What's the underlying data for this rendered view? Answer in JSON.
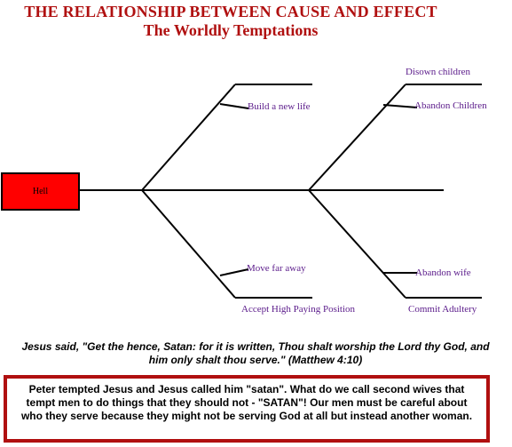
{
  "title": "THE RELATIONSHIP BETWEEN CAUSE AND EFFECT",
  "subtitle": "The Worldly Temptations",
  "root": "Hell",
  "left_branch": {
    "upper": "Build a new life",
    "lower": "Move far away",
    "bottom": "Accept High Paying Position"
  },
  "right_branch": {
    "top": "Disown children",
    "upper": "Abandon Children",
    "lower": "Abandon wife",
    "bottom": "Commit Adultery"
  },
  "quote": "Jesus said, \"Get the hence, Satan: for it is written, Thou shalt worship the Lord thy God, and him only shalt thou serve.\" (Matthew 4:10)",
  "note": "Peter tempted Jesus and Jesus called him \"satan\". What do we call second wives that tempt men to do things that they should not - \"SATAN\"! Our men must be careful about who they serve because they might not be serving God at all but instead another woman.",
  "colors": {
    "title": "#b01010",
    "box": "#ff0000",
    "label": "#5a1a8a",
    "border": "#b01010"
  }
}
